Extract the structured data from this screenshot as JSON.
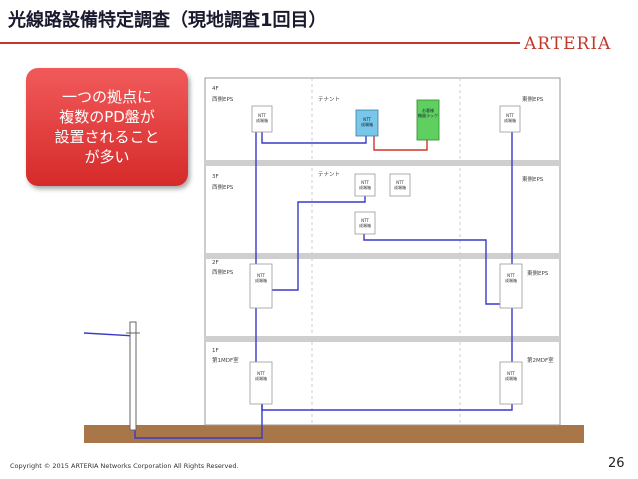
{
  "header": {
    "title": "光線路設備特定調査（現地調査1回目）",
    "logo": "ARTERIA"
  },
  "callout": {
    "text": "一つの拠点に\n複数のPD盤が\n設置されること\nが多い"
  },
  "diagram": {
    "floors": [
      {
        "id": "4f",
        "label": "4F",
        "left": "西側EPS",
        "middle": "テナント",
        "right": "東側EPS"
      },
      {
        "id": "3f",
        "label": "3F",
        "left": "西側EPS",
        "middle": "テナント",
        "right": "東側EPS"
      },
      {
        "id": "2f",
        "label": "2F",
        "left": "西側EPS",
        "right": "東側EPS"
      },
      {
        "id": "1f",
        "label": "1F",
        "left": "第1MDF室",
        "right": "第2MDF室"
      }
    ],
    "box_ntt": "NTT",
    "box_sub": "成端箱",
    "customer_box": "お客様\n機器ラック"
  },
  "footer": {
    "copyright": "Copyright © 2015 ARTERIA Networks Corporation All Rights Reserved.",
    "page": "26"
  },
  "colors": {
    "accent": "#c0392b",
    "fiber": "#3a3ac8",
    "customer_line": "#d0342c",
    "ground": "#a9764a"
  }
}
